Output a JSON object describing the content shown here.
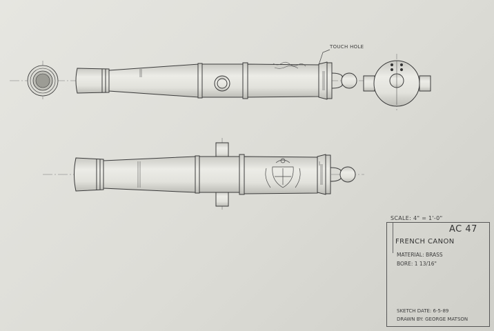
{
  "callouts": {
    "touch_hole": "TOUCH HOLE"
  },
  "scale": "SCALE: 4\" = 1'-0\"",
  "title_block": {
    "drawing_number": "AC 47",
    "name": "FRENCH CANON",
    "material": "MATERIAL: BRASS",
    "bore": "BORE: 1 13/16\"",
    "sketch_date": "SKETCH DATE: 6-5-89",
    "drawn_by": "DRAWN BY: GEORGE MATSON"
  },
  "colors": {
    "paper": "#dcdcd6",
    "ink": "#3b3b3b"
  }
}
